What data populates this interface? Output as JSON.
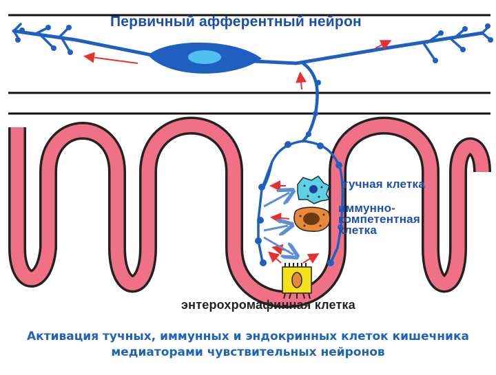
{
  "title": "Первичный афферентный нейрон",
  "labels": {
    "mast_cell": "тучная клетка",
    "immune_cell_line1": "иммунно-",
    "immune_cell_line2": "компетентная",
    "immune_cell_line3": "клетка",
    "enterochromaffin_cell": "энтерохромафинная клетка"
  },
  "caption": "Активация тучных, иммунных и эндокринных клеток кишечника медиаторами чувствительных нейронов",
  "colors": {
    "neuron": "#1f5fc0",
    "intestinal_wall_fill": "#f07085",
    "intestinal_wall_stroke": "#222222",
    "signal_arrow": "#e83030",
    "mediator_arrow": "#5b8fd6",
    "mast_cell": "#5fd0e0",
    "immune_cell": "#e8893a",
    "enterochromaffin_cell": "#f4e21a",
    "caption_text": "#1f63b8"
  }
}
